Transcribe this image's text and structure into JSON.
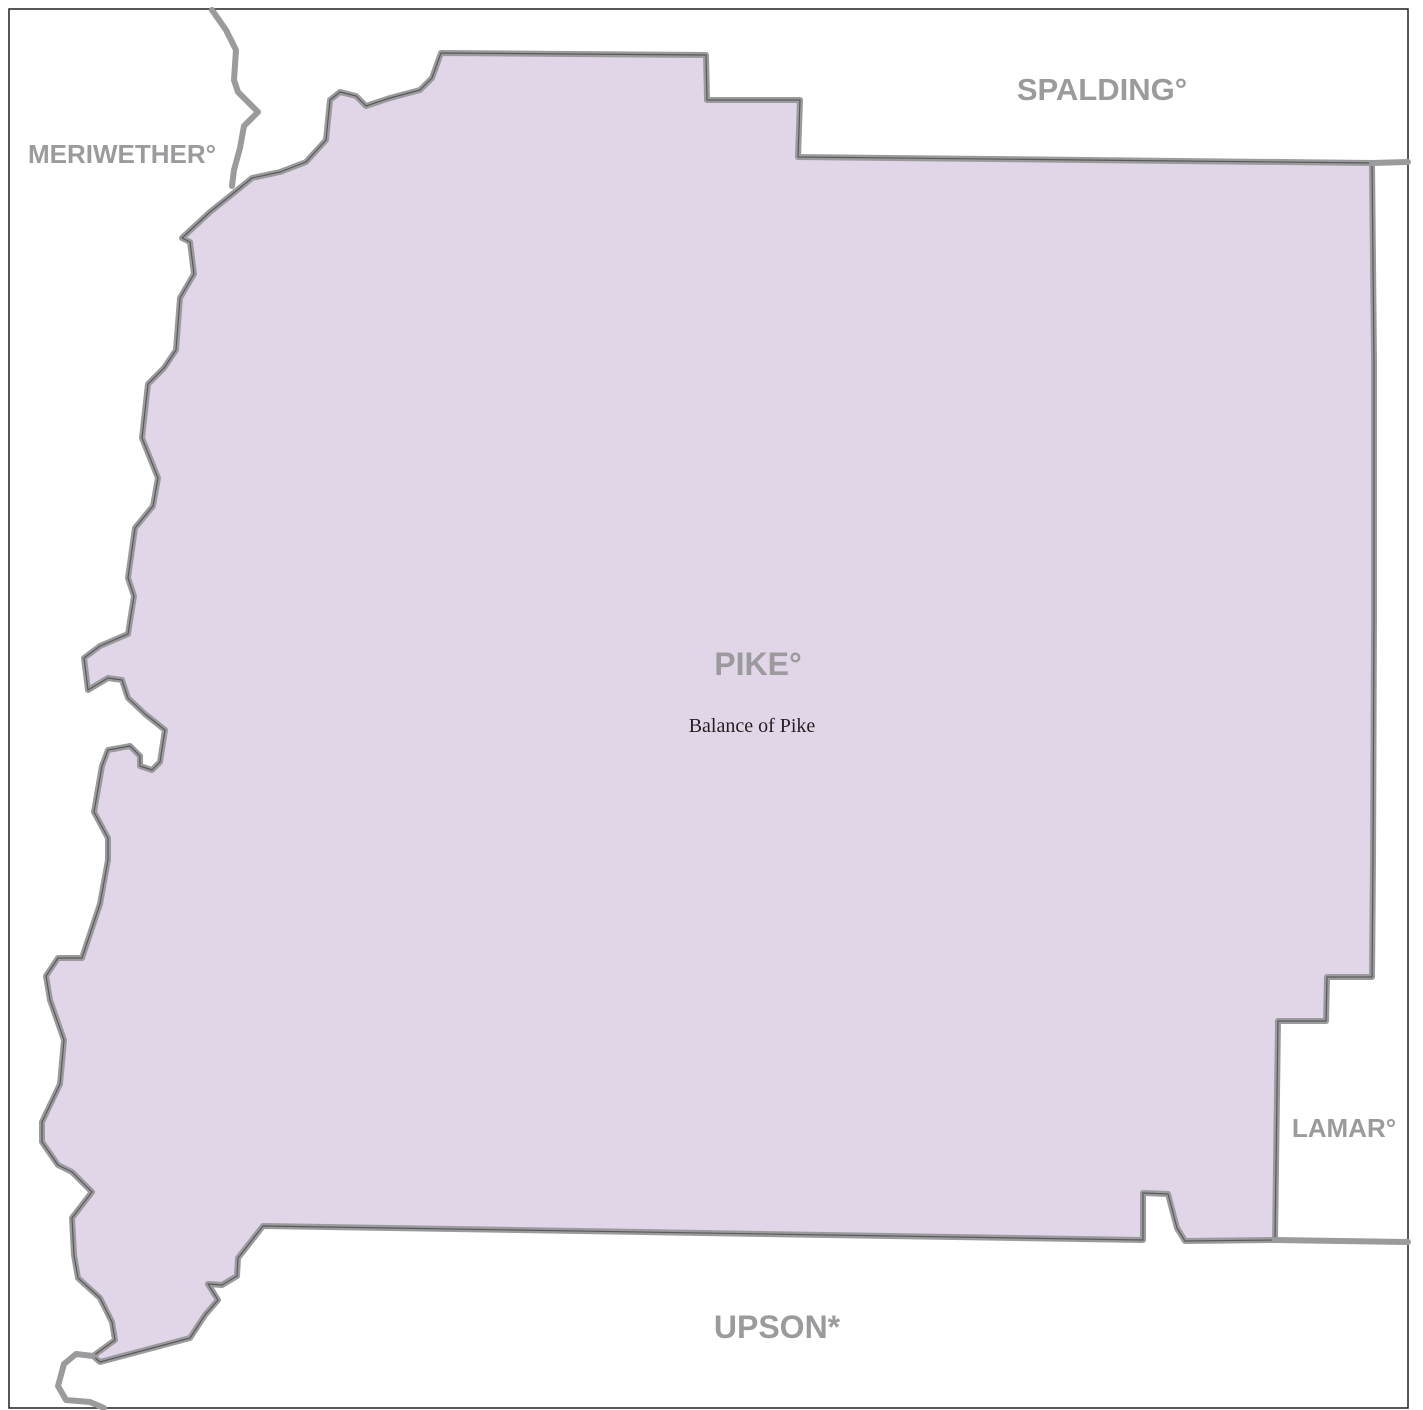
{
  "map": {
    "colors": {
      "background": "#ffffff",
      "frame": "#231f20",
      "county_fill": "#e1d5e8",
      "boundary": "#9b9b9d",
      "boundary_inner": "#58595b",
      "county_label": "#9b9b9d",
      "subarea_label": "#231f20"
    },
    "main_county": {
      "name": "PIKE°",
      "subarea": "Balance of Pike"
    },
    "neighbors": {
      "north": "SPALDING°",
      "west": "MERIWETHER°",
      "east": "LAMAR°",
      "south": "UPSON*"
    }
  }
}
